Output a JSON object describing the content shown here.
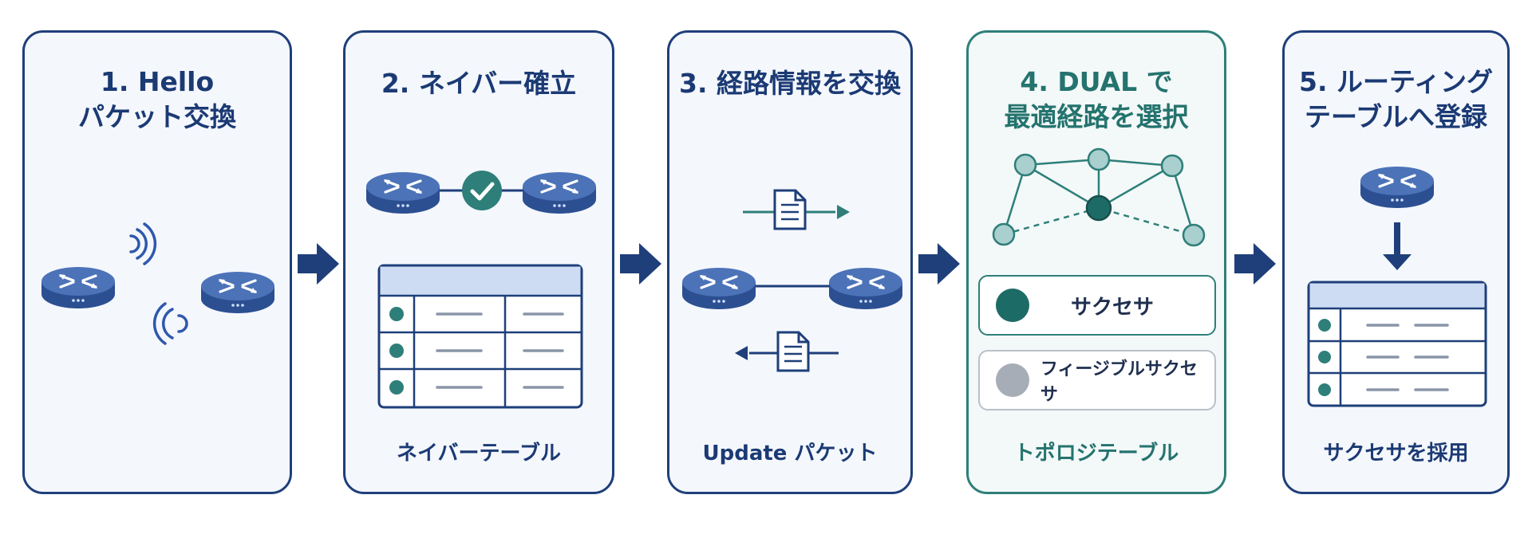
{
  "steps": [
    {
      "title_line1": "1. Hello",
      "title_line2": "パケット交換"
    },
    {
      "title_line1": "2. ネイバー確立",
      "caption": "ネイバーテーブル"
    },
    {
      "title_line1": "3. 経路情報を交換",
      "caption": "Update パケット"
    },
    {
      "title_line1": "4. DUAL で",
      "title_line2": "最適経路を選択",
      "successor_label": "サクセサ",
      "feasible_label": "フィージブルサクセサ",
      "caption": "トポロジテーブル"
    },
    {
      "title_line1": "5. ルーティング",
      "title_line2": "テーブルへ登録",
      "caption": "サクセサを採用"
    }
  ],
  "colors": {
    "navy": "#1e3f7a",
    "teal": "#2e7f79",
    "router": "#3f66ad",
    "panel_bg": "#f4f7fc"
  },
  "icons": [
    "router-icon",
    "wireless-signal-icon",
    "checkmark-icon",
    "document-icon",
    "right-arrow-icon",
    "down-arrow-icon",
    "topology-graph-icon"
  ]
}
